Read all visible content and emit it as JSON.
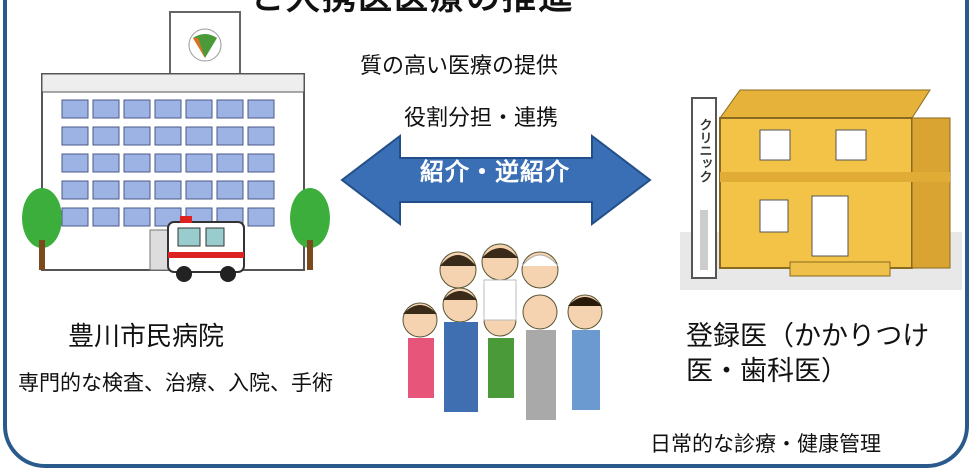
{
  "header": {
    "title_fragment": "と大携医医療の推進"
  },
  "center": {
    "quality": "質の高い医療の提供",
    "role": "役割分担・連携",
    "arrow_label": "紹介・逆紹介"
  },
  "hospital": {
    "name": "豊川市民病院",
    "description": "専門的な検査、治療、入院、手術"
  },
  "clinic": {
    "name": "登録医（かかりつけ医・歯科医）",
    "description": "日常的な診療・健康管理",
    "sign": "クリニック"
  },
  "colors": {
    "frame": "#2a5a8c",
    "arrow": "#3b6fb5",
    "clinic_wall": "#f2c347",
    "hospital_window": "#9db3e3"
  }
}
